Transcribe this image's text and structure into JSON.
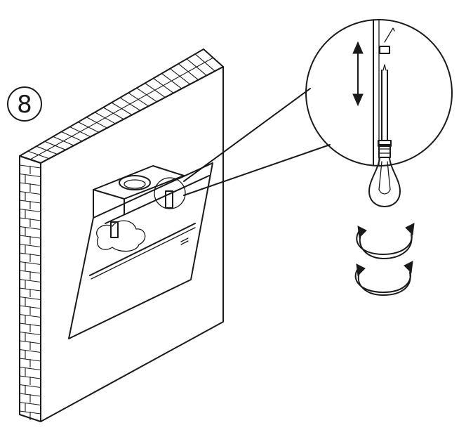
{
  "step": {
    "number": "8"
  },
  "icons": {
    "wall": "brick-wall",
    "hood": "chimney-hood",
    "detail": "magnified-detail-circle",
    "arrow": "double-arrow-vertical",
    "bulb": "light-bulb",
    "rotation": "rotate-arrows"
  },
  "colors": {
    "line": "#1a1a1a",
    "background": "#ffffff"
  }
}
